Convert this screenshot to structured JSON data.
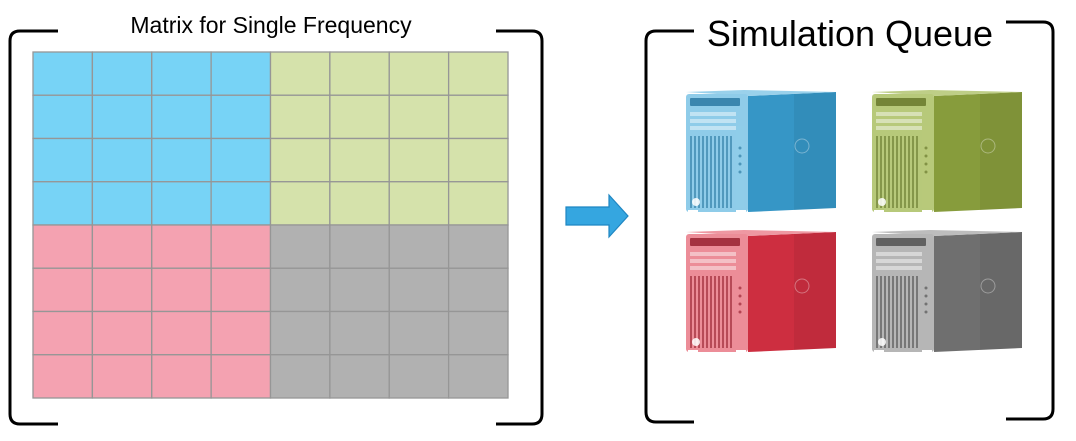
{
  "matrix": {
    "title": "Matrix for Single Frequency",
    "rows": 8,
    "cols": 8,
    "quadrants": {
      "top_left": "#77d3f6",
      "top_right": "#d5e2ab",
      "bottom_left": "#f4a2b1",
      "bottom_right": "#b1b1b1"
    },
    "grid_line_color": "#969696"
  },
  "arrow": {
    "color": "#35a6e0",
    "edge_color": "#1f86c2"
  },
  "queue": {
    "title": "Simulation Queue",
    "machines": [
      {
        "name": "blue-workstation-icon",
        "front": "#8fcce9",
        "side": "#3696c6",
        "dark": "#1f6f99"
      },
      {
        "name": "green-workstation-icon",
        "front": "#b7c97a",
        "side": "#879c3c",
        "dark": "#5d6e22"
      },
      {
        "name": "red-workstation-icon",
        "front": "#ec8d98",
        "side": "#cd2e40",
        "dark": "#8d1423"
      },
      {
        "name": "gray-workstation-icon",
        "front": "#b6b6b6",
        "side": "#6f6f6f",
        "dark": "#444444"
      }
    ]
  }
}
